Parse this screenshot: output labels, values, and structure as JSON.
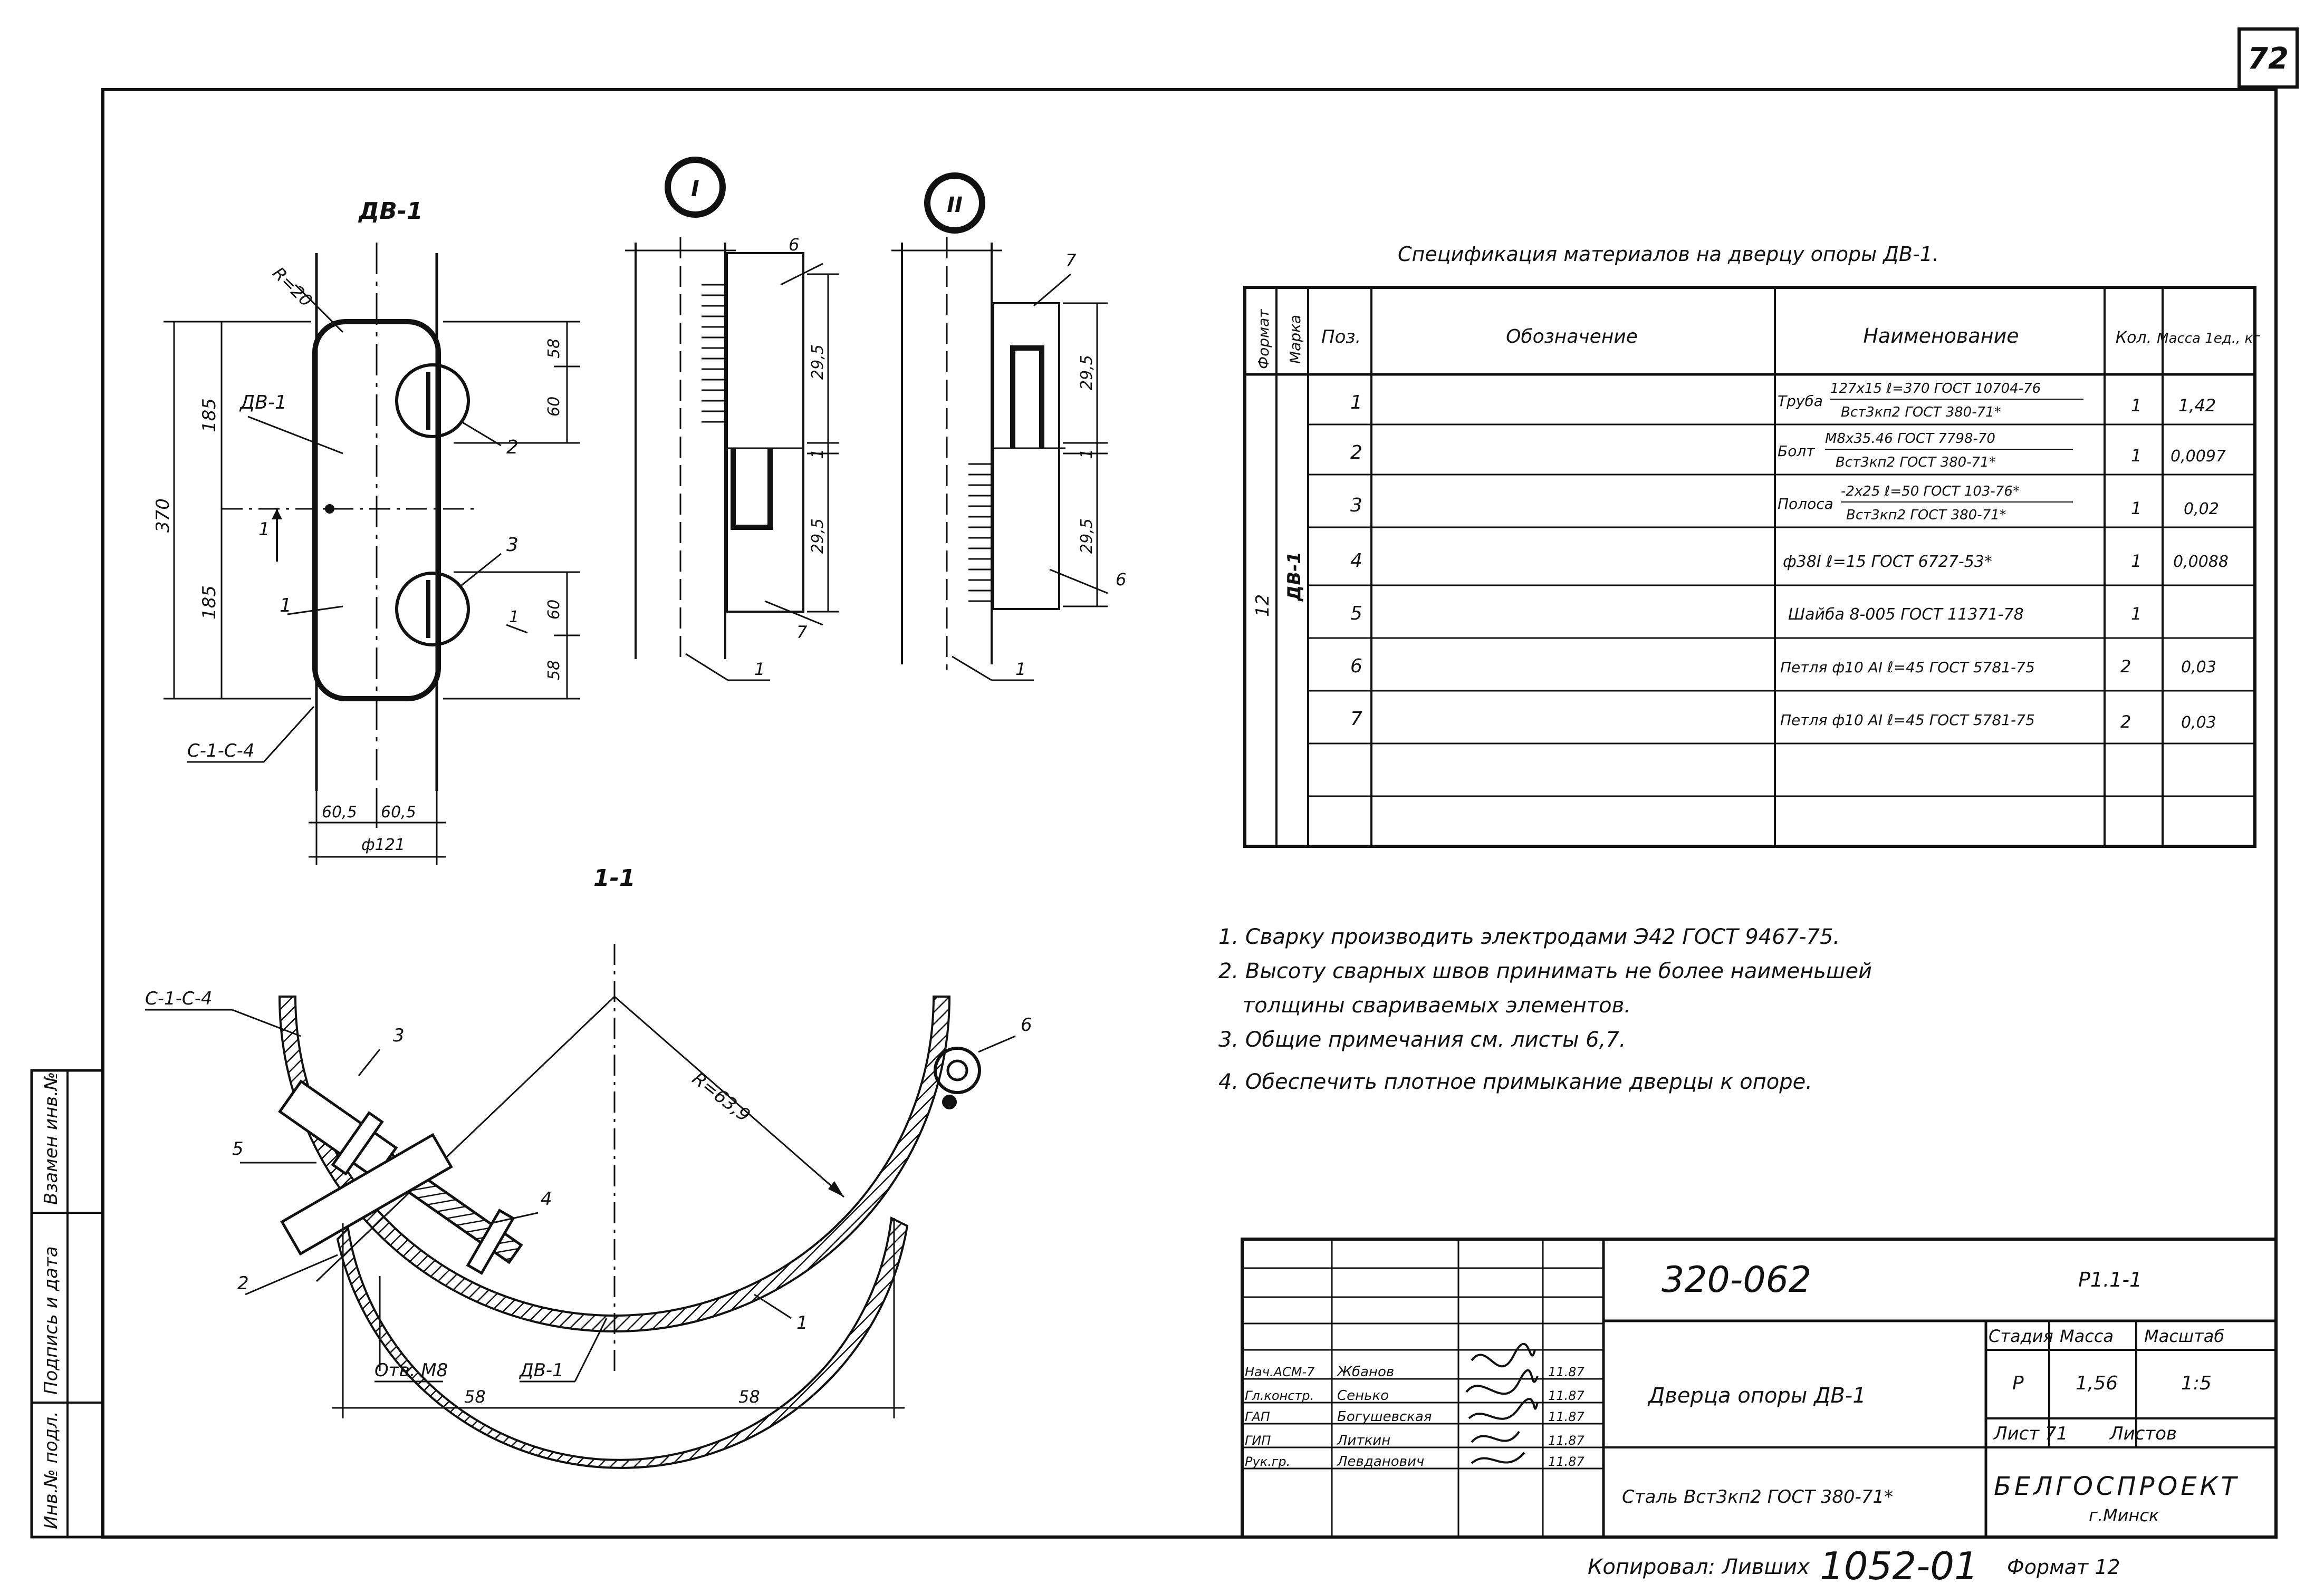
{
  "sheet": {
    "page_number": "72",
    "copied_by": "Копировал: Ливших",
    "archive_number": "1052-01",
    "format": "Формат 12"
  },
  "views": {
    "main_view_title": "ДВ-1",
    "main_labels": {
      "r20": "R=20",
      "db1_a": "ДВ-1",
      "db1_b": "ДВ-1",
      "pos1": "1",
      "section_mark_top": "1",
      "section_mark_bottom": "1",
      "weld": "C-1-С-4",
      "callout_2": "2",
      "callout_3": "3"
    },
    "main_dims": {
      "total_h": "370",
      "upper_h": "185",
      "lower_h": "185",
      "d58_top": "58",
      "d60_top": "60",
      "d60_bot": "60",
      "d58_bot": "58",
      "w_left": "60,5",
      "w_right": "60,5",
      "diameter": "ф121"
    },
    "detail1": {
      "label": "I",
      "pos6": "6",
      "pos7": "7",
      "pos1": "1",
      "d1": "29,5",
      "d2": "1",
      "d3": "29,5"
    },
    "detail2": {
      "label": "II",
      "pos7": "7",
      "pos6": "6",
      "pos1": "1",
      "d1": "29,5",
      "d2": "1",
      "d3": "29,5"
    },
    "section": {
      "title": "1-1",
      "weld": "C-1-С-4",
      "radius": "R=63,9",
      "pos3": "3",
      "pos5": "5",
      "pos2": "2",
      "pos4": "4",
      "pos6": "6",
      "pos1": "1",
      "hole": "Отв. М8",
      "db1": "ДВ-1",
      "dim_left": "58",
      "dim_right": "58"
    }
  },
  "spec": {
    "title": "Спецификация материалов на дверцу опоры ДВ-1.",
    "headers": {
      "format": "Формат",
      "mark": "Марка",
      "pos": "Поз.",
      "designation": "Обозначение",
      "name": "Наименование",
      "qty": "Кол.",
      "mass": "Масса 1ед., кг"
    },
    "format_value": "12",
    "mark_value": "ДВ-1",
    "rows": [
      {
        "pos": "1",
        "name_prefix": "Труба",
        "name_top": "127х15 ℓ=370 ГОСТ 10704-76",
        "name_bottom": "Вст3кп2 ГОСТ 380-71*",
        "qty": "1",
        "mass": "1,42"
      },
      {
        "pos": "2",
        "name_prefix": "Болт",
        "name_top": "М8х35.46 ГОСТ 7798-70",
        "name_bottom": "Вст3кп2 ГОСТ 380-71*",
        "qty": "1",
        "mass": "0,0097"
      },
      {
        "pos": "3",
        "name_prefix": "Полоса",
        "name_top": "-2х25 ℓ=50 ГОСТ 103-76*",
        "name_bottom": "Вст3кп2 ГОСТ 380-71*",
        "qty": "1",
        "mass": "0,02"
      },
      {
        "pos": "4",
        "name_prefix": "",
        "name_top": "ф38I ℓ=15 ГОСТ 6727-53*",
        "name_bottom": "",
        "qty": "1",
        "mass": "0,0088"
      },
      {
        "pos": "5",
        "name_prefix": "",
        "name_top": "Шайба 8-005 ГОСТ 11371-78",
        "name_bottom": "",
        "qty": "1",
        "mass": ""
      },
      {
        "pos": "6",
        "name_prefix": "",
        "name_top": "Петля ф10 АI ℓ=45 ГОСТ 5781-75",
        "name_bottom": "",
        "qty": "2",
        "mass": "0,03"
      },
      {
        "pos": "7",
        "name_prefix": "",
        "name_top": "Петля ф10 АI ℓ=45 ГОСТ 5781-75",
        "name_bottom": "",
        "qty": "2",
        "mass": "0,03"
      }
    ]
  },
  "notes": [
    "1. Сварку производить электродами Э42 ГОСТ 9467-75.",
    "2. Высоту сварных швов принимать не более наименьшей",
    "толщины свариваемых элементов.",
    "3. Общие примечания см. листы 6,7.",
    "4. Обеспечить плотное примыкание дверцы к опоре."
  ],
  "title_block": {
    "project_code": "320-062",
    "sheet_code": "Р1.1-1",
    "drawing_name": "Дверца опоры ДВ-1",
    "material": "Сталь Вст3кп2 ГОСТ 380-71*",
    "stage_header": "Стадия",
    "mass_header": "Масса",
    "scale_header": "Масштаб",
    "stage": "Р",
    "mass": "1,56",
    "scale": "1:5",
    "sheet_label": "Лист 71",
    "sheets_label": "Листов",
    "org_name": "БЕЛГОСПРОЕКТ",
    "org_city": "г.Минск",
    "staff": [
      {
        "role": "Нач.АСМ-7",
        "name": "Жбанов",
        "date": "11.87"
      },
      {
        "role": "Гл.констр.",
        "name": "Сенько",
        "date": "11.87"
      },
      {
        "role": "ГАП",
        "name": "Богушевская",
        "date": "11.87"
      },
      {
        "role": "ГИП",
        "name": "Литкин",
        "date": "11.87"
      },
      {
        "role": "Рук.гр.",
        "name": "Левданович",
        "date": "11.87"
      }
    ]
  },
  "side_stamp": {
    "cell1": "Инв.№ подл.",
    "cell2": "Подпись и дата",
    "cell3": "Взамен инв.№"
  }
}
